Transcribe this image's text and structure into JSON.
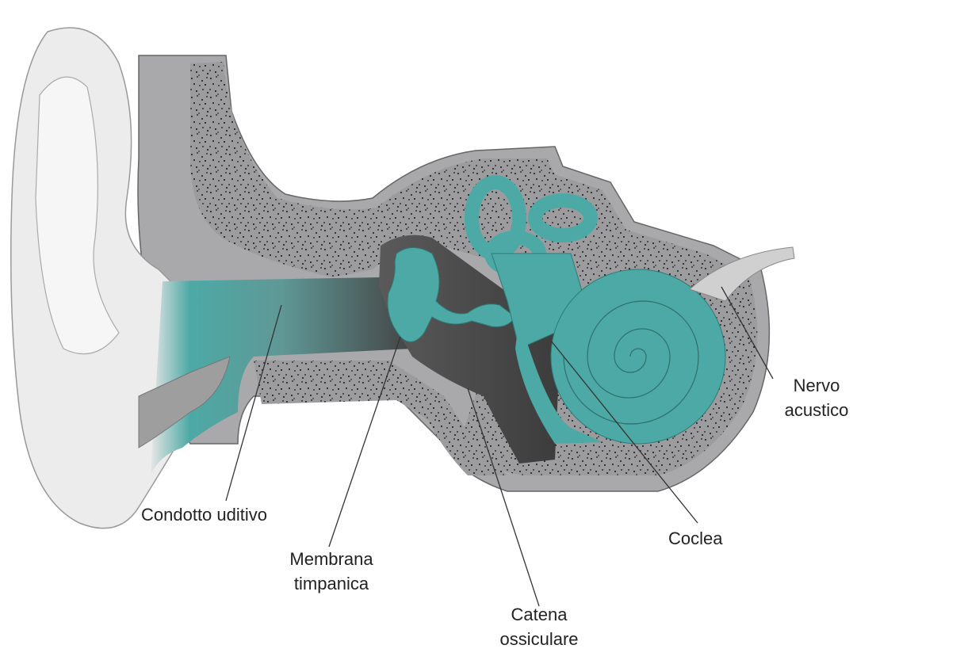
{
  "title": "Anatomia dell'orecchio",
  "labels": {
    "ear_canal": "Condotto uditivo",
    "eardrum_line1": "Membrana",
    "eardrum_line2": "timpanica",
    "ossicles_line1": "Catena",
    "ossicles_line2": "ossiculare",
    "cochlea": "Coclea",
    "nerve_line1": "Nervo",
    "nerve_line2": "acustico"
  },
  "colors": {
    "inner_ear": "#4da9a5",
    "bone": "#a9a9ab",
    "cavity": "#424242",
    "pinna": "#ececec"
  }
}
